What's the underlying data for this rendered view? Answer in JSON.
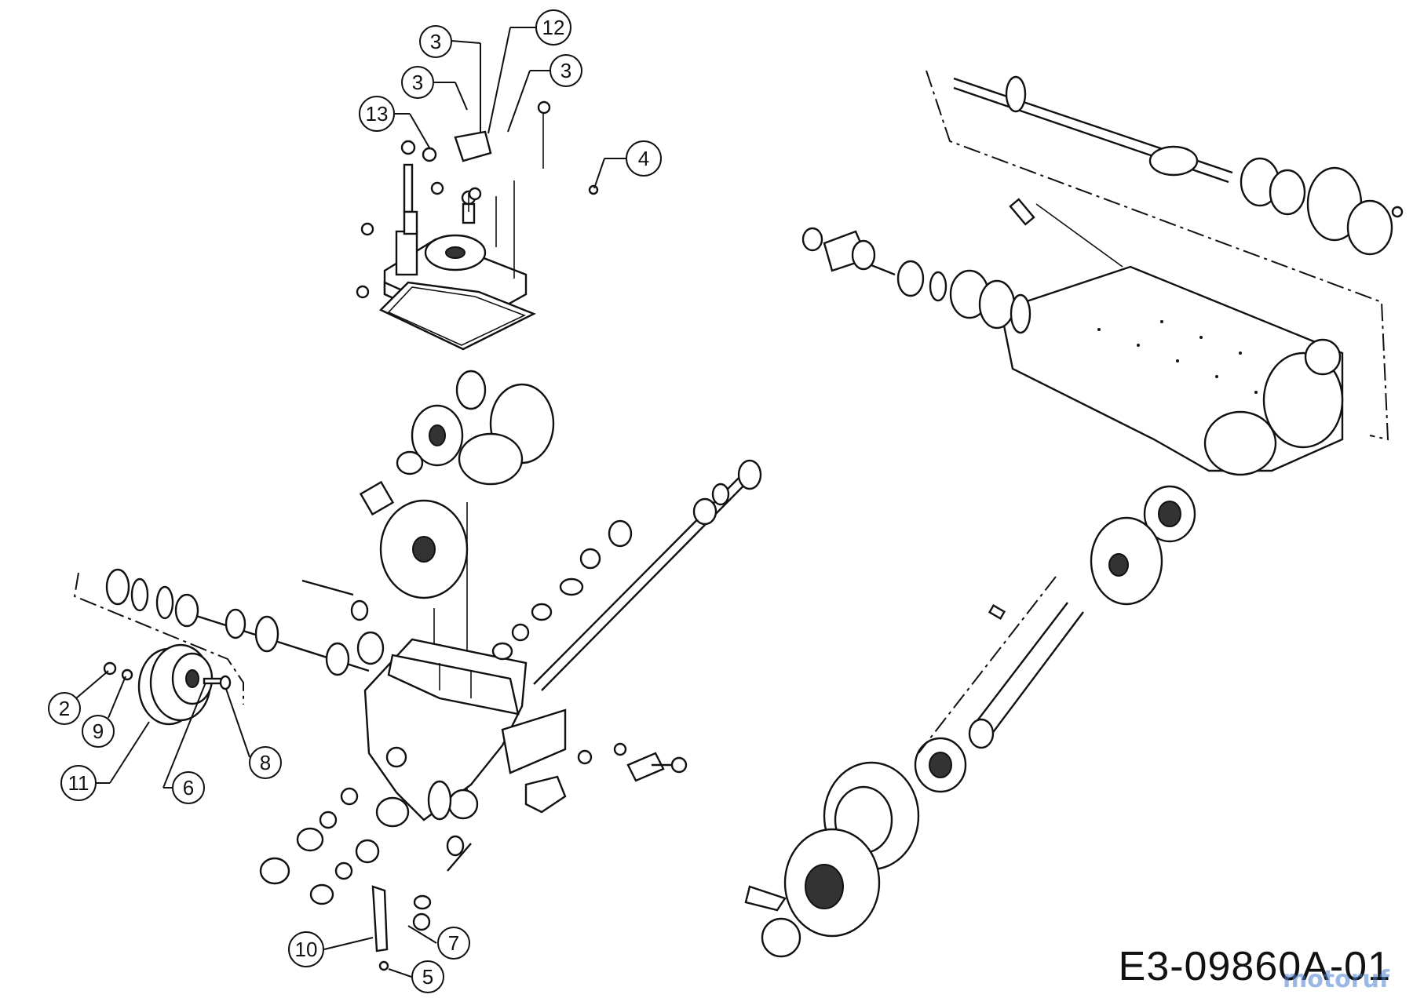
{
  "callouts": [
    {
      "id": "c3a",
      "label": "3"
    },
    {
      "id": "c12",
      "label": "12"
    },
    {
      "id": "c3b",
      "label": "3"
    },
    {
      "id": "c3c",
      "label": "3"
    },
    {
      "id": "c13",
      "label": "13"
    },
    {
      "id": "c4",
      "label": "4"
    },
    {
      "id": "c2",
      "label": "2"
    },
    {
      "id": "c9",
      "label": "9"
    },
    {
      "id": "c8",
      "label": "8"
    },
    {
      "id": "c11",
      "label": "11"
    },
    {
      "id": "c6",
      "label": "6"
    },
    {
      "id": "c10",
      "label": "10"
    },
    {
      "id": "c7",
      "label": "7"
    },
    {
      "id": "c5",
      "label": "5"
    }
  ],
  "drawing_code": "E3-09860A-01",
  "watermark": "motoruf",
  "colors": {
    "ink": "#111111",
    "background": "#ffffff",
    "watermark": "#4a7fd0"
  }
}
